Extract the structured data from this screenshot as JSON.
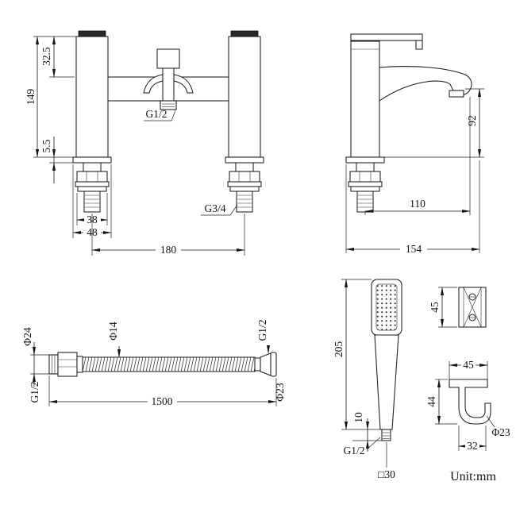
{
  "unit_label": "Unit:mm",
  "views": {
    "front": {
      "dims": {
        "top_to_bridge": "32.5",
        "total_height": "149",
        "deck_thickness": "5.5",
        "outlet_thread": "G1/2",
        "shank_width": "38",
        "shank_thread": "G3/4",
        "base_width": "48",
        "hole_centers": "180"
      }
    },
    "side": {
      "dims": {
        "spout_height": "92",
        "spout_reach": "110",
        "total_depth": "154"
      }
    },
    "hose": {
      "dims": {
        "nut_diameter": "Φ24",
        "hose_diameter": "Φ14",
        "thread_right": "G1/2",
        "thread_left": "G1/2",
        "length": "1500",
        "cone_diameter": "Φ23"
      }
    },
    "handset": {
      "dims": {
        "length": "205",
        "inlet_length": "10",
        "inlet_thread": "G1/2",
        "head_square": "□30"
      }
    },
    "bracket": {
      "dims": {
        "plate_height": "45",
        "width": "45",
        "height": "44",
        "inner_width": "32",
        "hole_diameter": "Φ23"
      }
    }
  }
}
